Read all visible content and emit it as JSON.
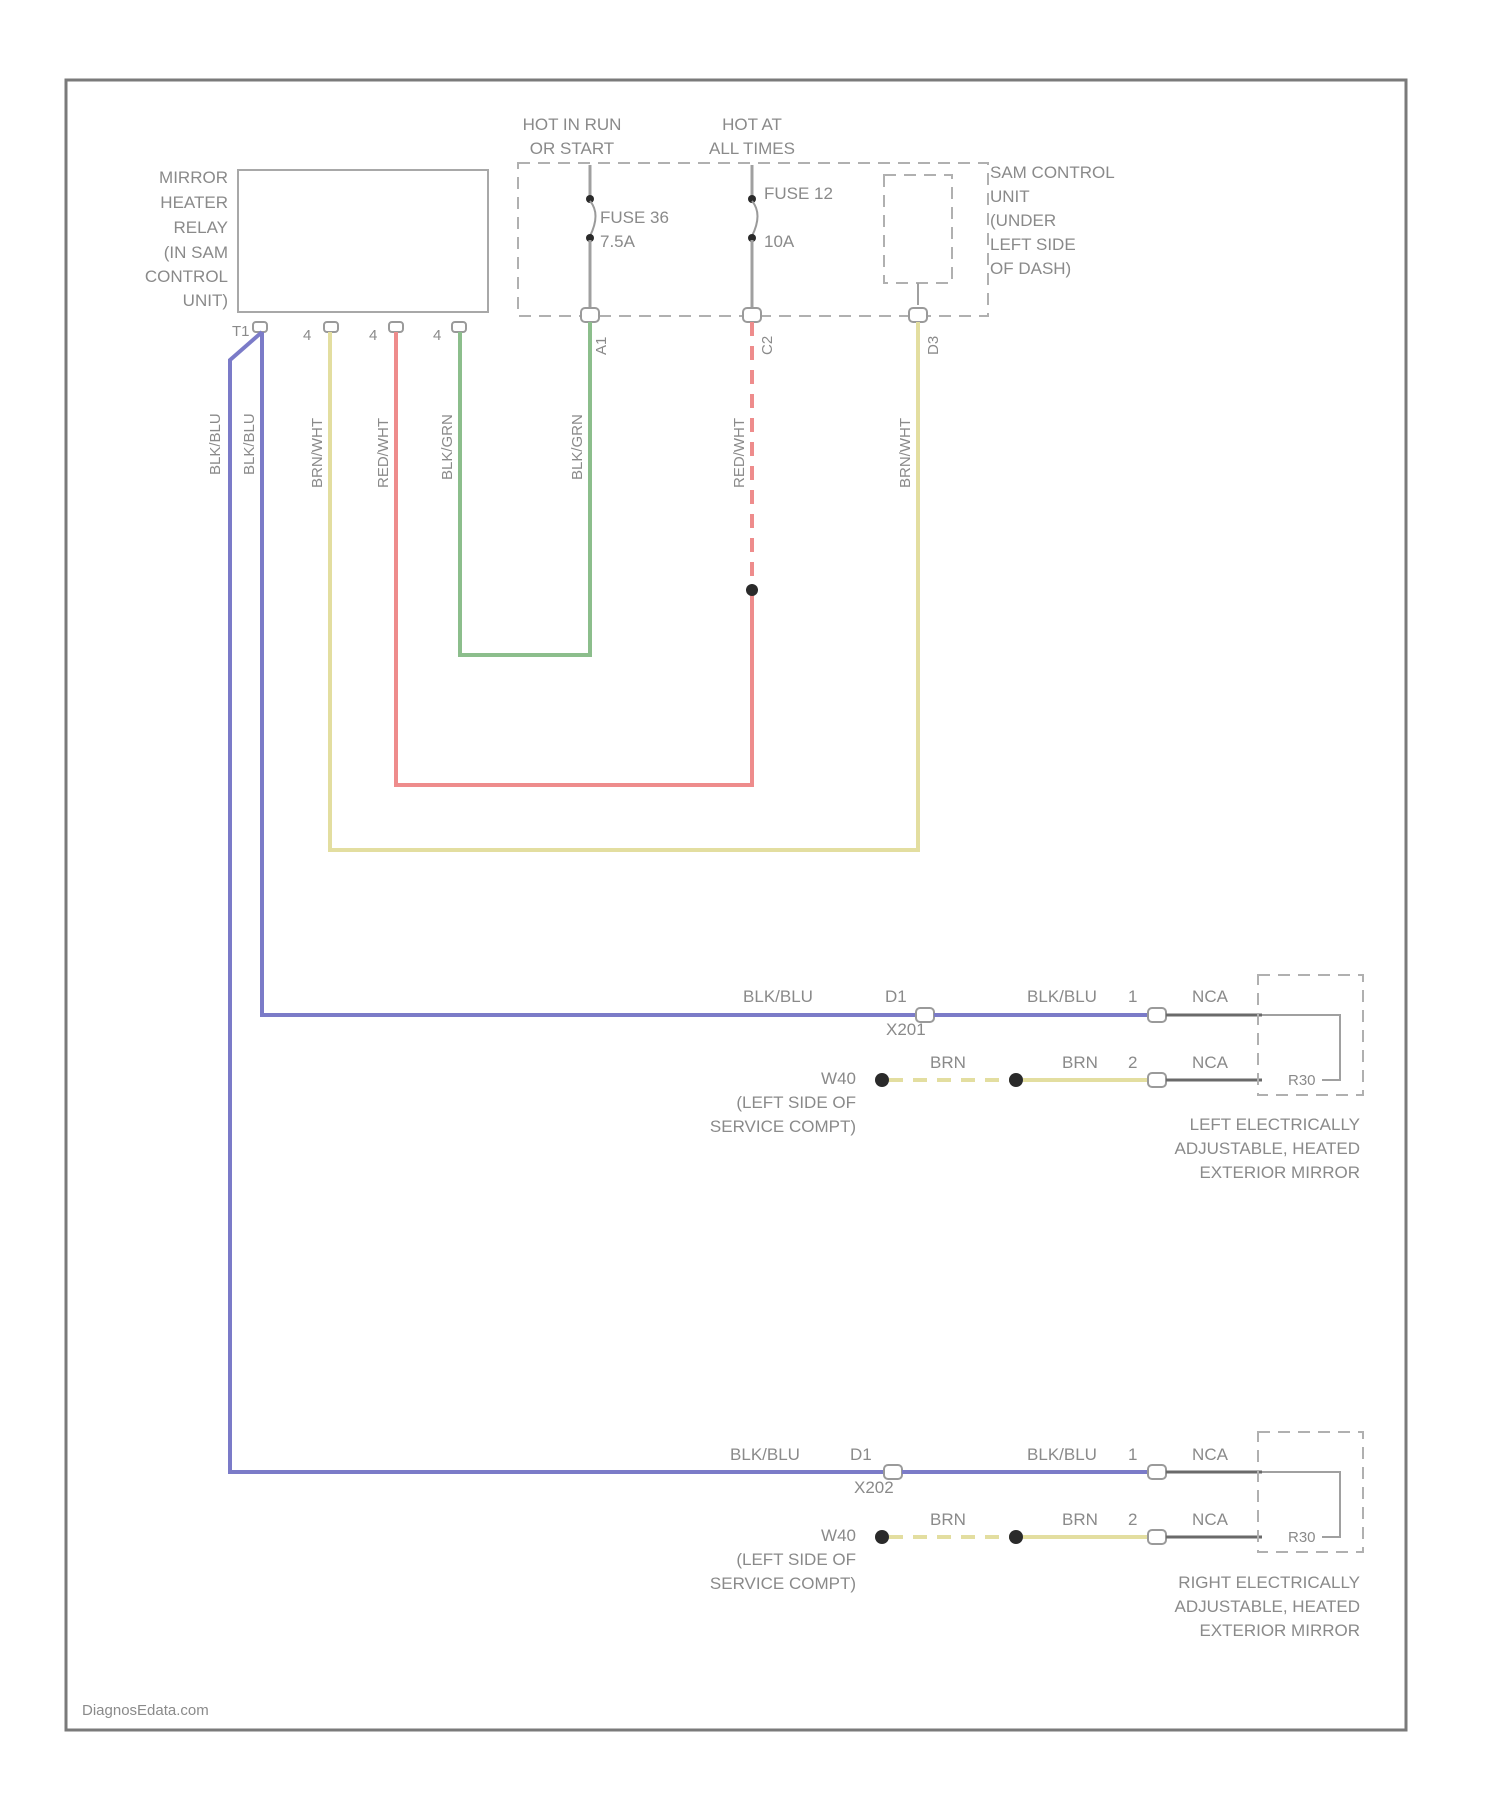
{
  "relay": {
    "lines": [
      "MIRROR",
      "HEATER",
      "RELAY",
      "(IN SAM",
      "CONTROL",
      "UNIT)"
    ],
    "pins": [
      "T1",
      "4",
      "4",
      "4"
    ]
  },
  "power": {
    "run_label": [
      "HOT IN RUN",
      "OR START"
    ],
    "always_label": [
      "HOT AT",
      "ALL TIMES"
    ],
    "fuse_a": [
      "FUSE 36",
      "7.5A"
    ],
    "fuse_b": [
      "FUSE 12",
      "10A"
    ],
    "pin_a": "A1",
    "pin_b": "C2",
    "pin_c": "D3"
  },
  "sam": {
    "lines": [
      "SAM CONTROL",
      "UNIT",
      "(UNDER",
      "LEFT SIDE",
      "OF DASH)"
    ]
  },
  "wires": {
    "blk_blu_1": "BLK/BLU",
    "blk_blu_2": "BLK/BLU",
    "brn_wht_1": "BRN/WHT",
    "red_wht_1": "RED/WHT",
    "blk_grn_1": "BLK/GRN",
    "blk_grn_2": "BLK/GRN",
    "red_wht_2": "RED/WHT",
    "brn_wht_2": "BRN/WHT"
  },
  "left_mirror": {
    "wire_a": "BLK/BLU",
    "conn_pin": "D1",
    "conn_name": "X201",
    "wire_b": "BLK/BLU",
    "pin1": "1",
    "nca1": "NCA",
    "ground": "W40",
    "ground_desc": [
      "(LEFT SIDE OF",
      "SERVICE COMPT)"
    ],
    "brn_a": "BRN",
    "brn_b": "BRN",
    "pin2": "2",
    "nca2": "NCA",
    "element": "R30",
    "name": [
      "LEFT ELECTRICALLY",
      "ADJUSTABLE, HEATED",
      "EXTERIOR MIRROR"
    ]
  },
  "right_mirror": {
    "wire_a": "BLK/BLU",
    "conn_pin": "D1",
    "conn_name": "X202",
    "wire_b": "BLK/BLU",
    "pin1": "1",
    "nca1": "NCA",
    "ground": "W40",
    "ground_desc": [
      "(LEFT SIDE OF",
      "SERVICE COMPT)"
    ],
    "brn_a": "BRN",
    "brn_b": "BRN",
    "pin2": "2",
    "nca2": "NCA",
    "element": "R30",
    "name": [
      "RIGHT ELECTRICALLY",
      "ADJUSTABLE, HEATED",
      "EXTERIOR MIRROR"
    ]
  },
  "footer": {
    "source": "DiagnosEdata.com"
  },
  "colors": {
    "blue_wire": "#7b7bc8",
    "yellow_wire": "#e3dea0",
    "red_wire": "#ee8c8c",
    "green_wire": "#8cbe8c",
    "gray_wire": "#a0a0a0",
    "dark_wire": "#6a6a6a"
  }
}
